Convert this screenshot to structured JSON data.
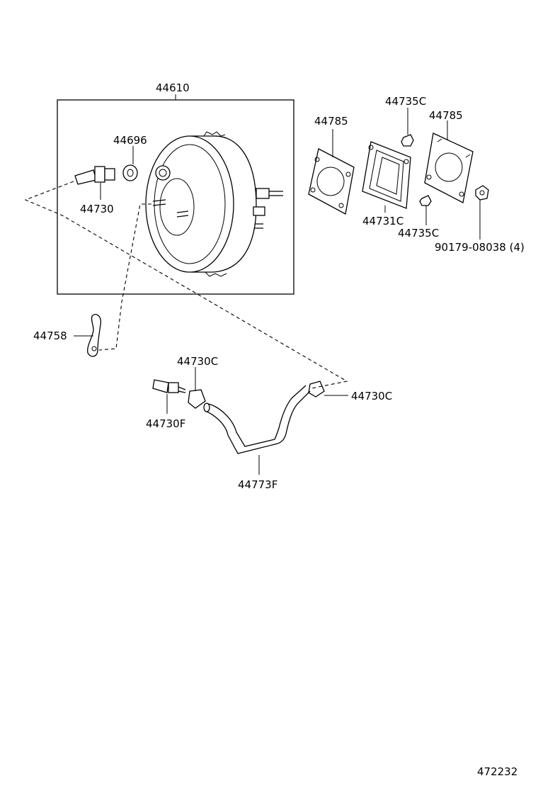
{
  "labels": {
    "booster_assy": "44610",
    "seal_44696": "44696",
    "check_valve": "44730",
    "gasket_left": "44785",
    "gasket_right": "44785",
    "nut_top": "44735C",
    "spacer": "44731C",
    "nut_bottom": "44735C",
    "nut_std": "90179-08038 (4)",
    "bracket": "44758",
    "clip_upper": "44730C",
    "clip_right": "44730C",
    "union": "44730F",
    "hose": "44773F",
    "illustration_no": "472232"
  }
}
